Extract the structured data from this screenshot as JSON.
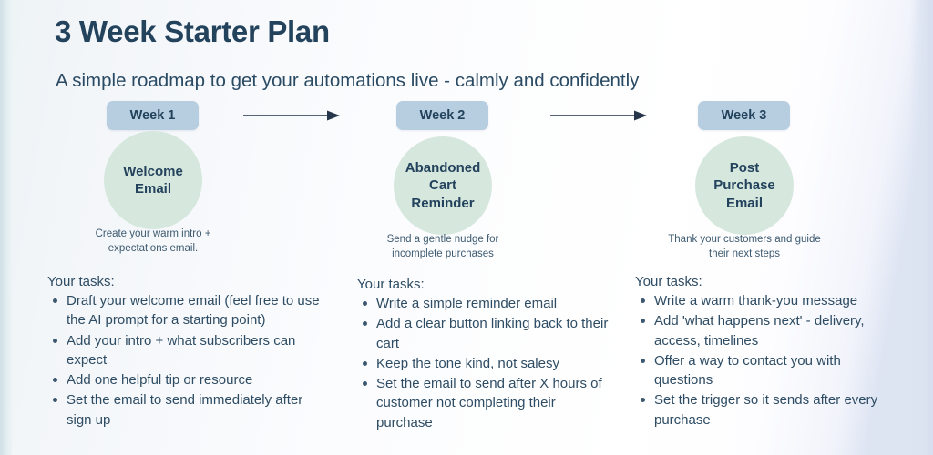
{
  "slide": {
    "title": "3 Week Starter Plan",
    "subtitle": "A simple roadmap to get your automations live - calmly and confidently",
    "colors": {
      "title_text": "#23425c",
      "body_text": "#2e4c63",
      "badge_background": "#b7cde0",
      "circle_background": "#d6e7de",
      "arrow": "#3e4f63",
      "background_left": "#dfeaee",
      "background_right": "#dde4f2"
    }
  },
  "steps": [
    {
      "badge_label": "Week 1",
      "circle_label": "Welcome\nEmail",
      "circle_lines": [
        "Welcome",
        "Email"
      ],
      "caption_lines": [
        "Create your warm intro +",
        "expectations email."
      ],
      "tasks_heading": "Your tasks:",
      "tasks": [
        "Draft your welcome email (feel free to use the AI prompt for a starting point)",
        "Add your intro + what subscribers can expect",
        "Add one helpful tip or resource",
        "Set the email to send immediately after sign up"
      ]
    },
    {
      "badge_label": "Week 2",
      "circle_label": "Abandoned\nCart\nReminder",
      "circle_lines": [
        "Abandoned",
        "Cart",
        "Reminder"
      ],
      "caption_lines": [
        "Send a gentle nudge for",
        "incomplete purchases"
      ],
      "tasks_heading": "Your tasks:",
      "tasks": [
        "Write a simple reminder email",
        "Add a clear button linking back to their cart",
        "Keep the tone kind, not salesy",
        "Set the email to send after X hours of customer not completing their purchase"
      ]
    },
    {
      "badge_label": "Week 3",
      "circle_label": "Post\nPurchase\nEmail",
      "circle_lines": [
        "Post",
        "Purchase",
        "Email"
      ],
      "caption_lines": [
        "Thank your customers and guide",
        "their next steps"
      ],
      "tasks_heading": "Your tasks:",
      "tasks": [
        "Write a warm thank-you message",
        "Add 'what happens next' - delivery, access, timelines",
        "Offer a way to contact you with questions",
        "Set the trigger so it sends after every purchase"
      ]
    }
  ],
  "connectors": [
    {
      "name": "arrow-week1-to-week2"
    },
    {
      "name": "arrow-week2-to-week3"
    }
  ]
}
